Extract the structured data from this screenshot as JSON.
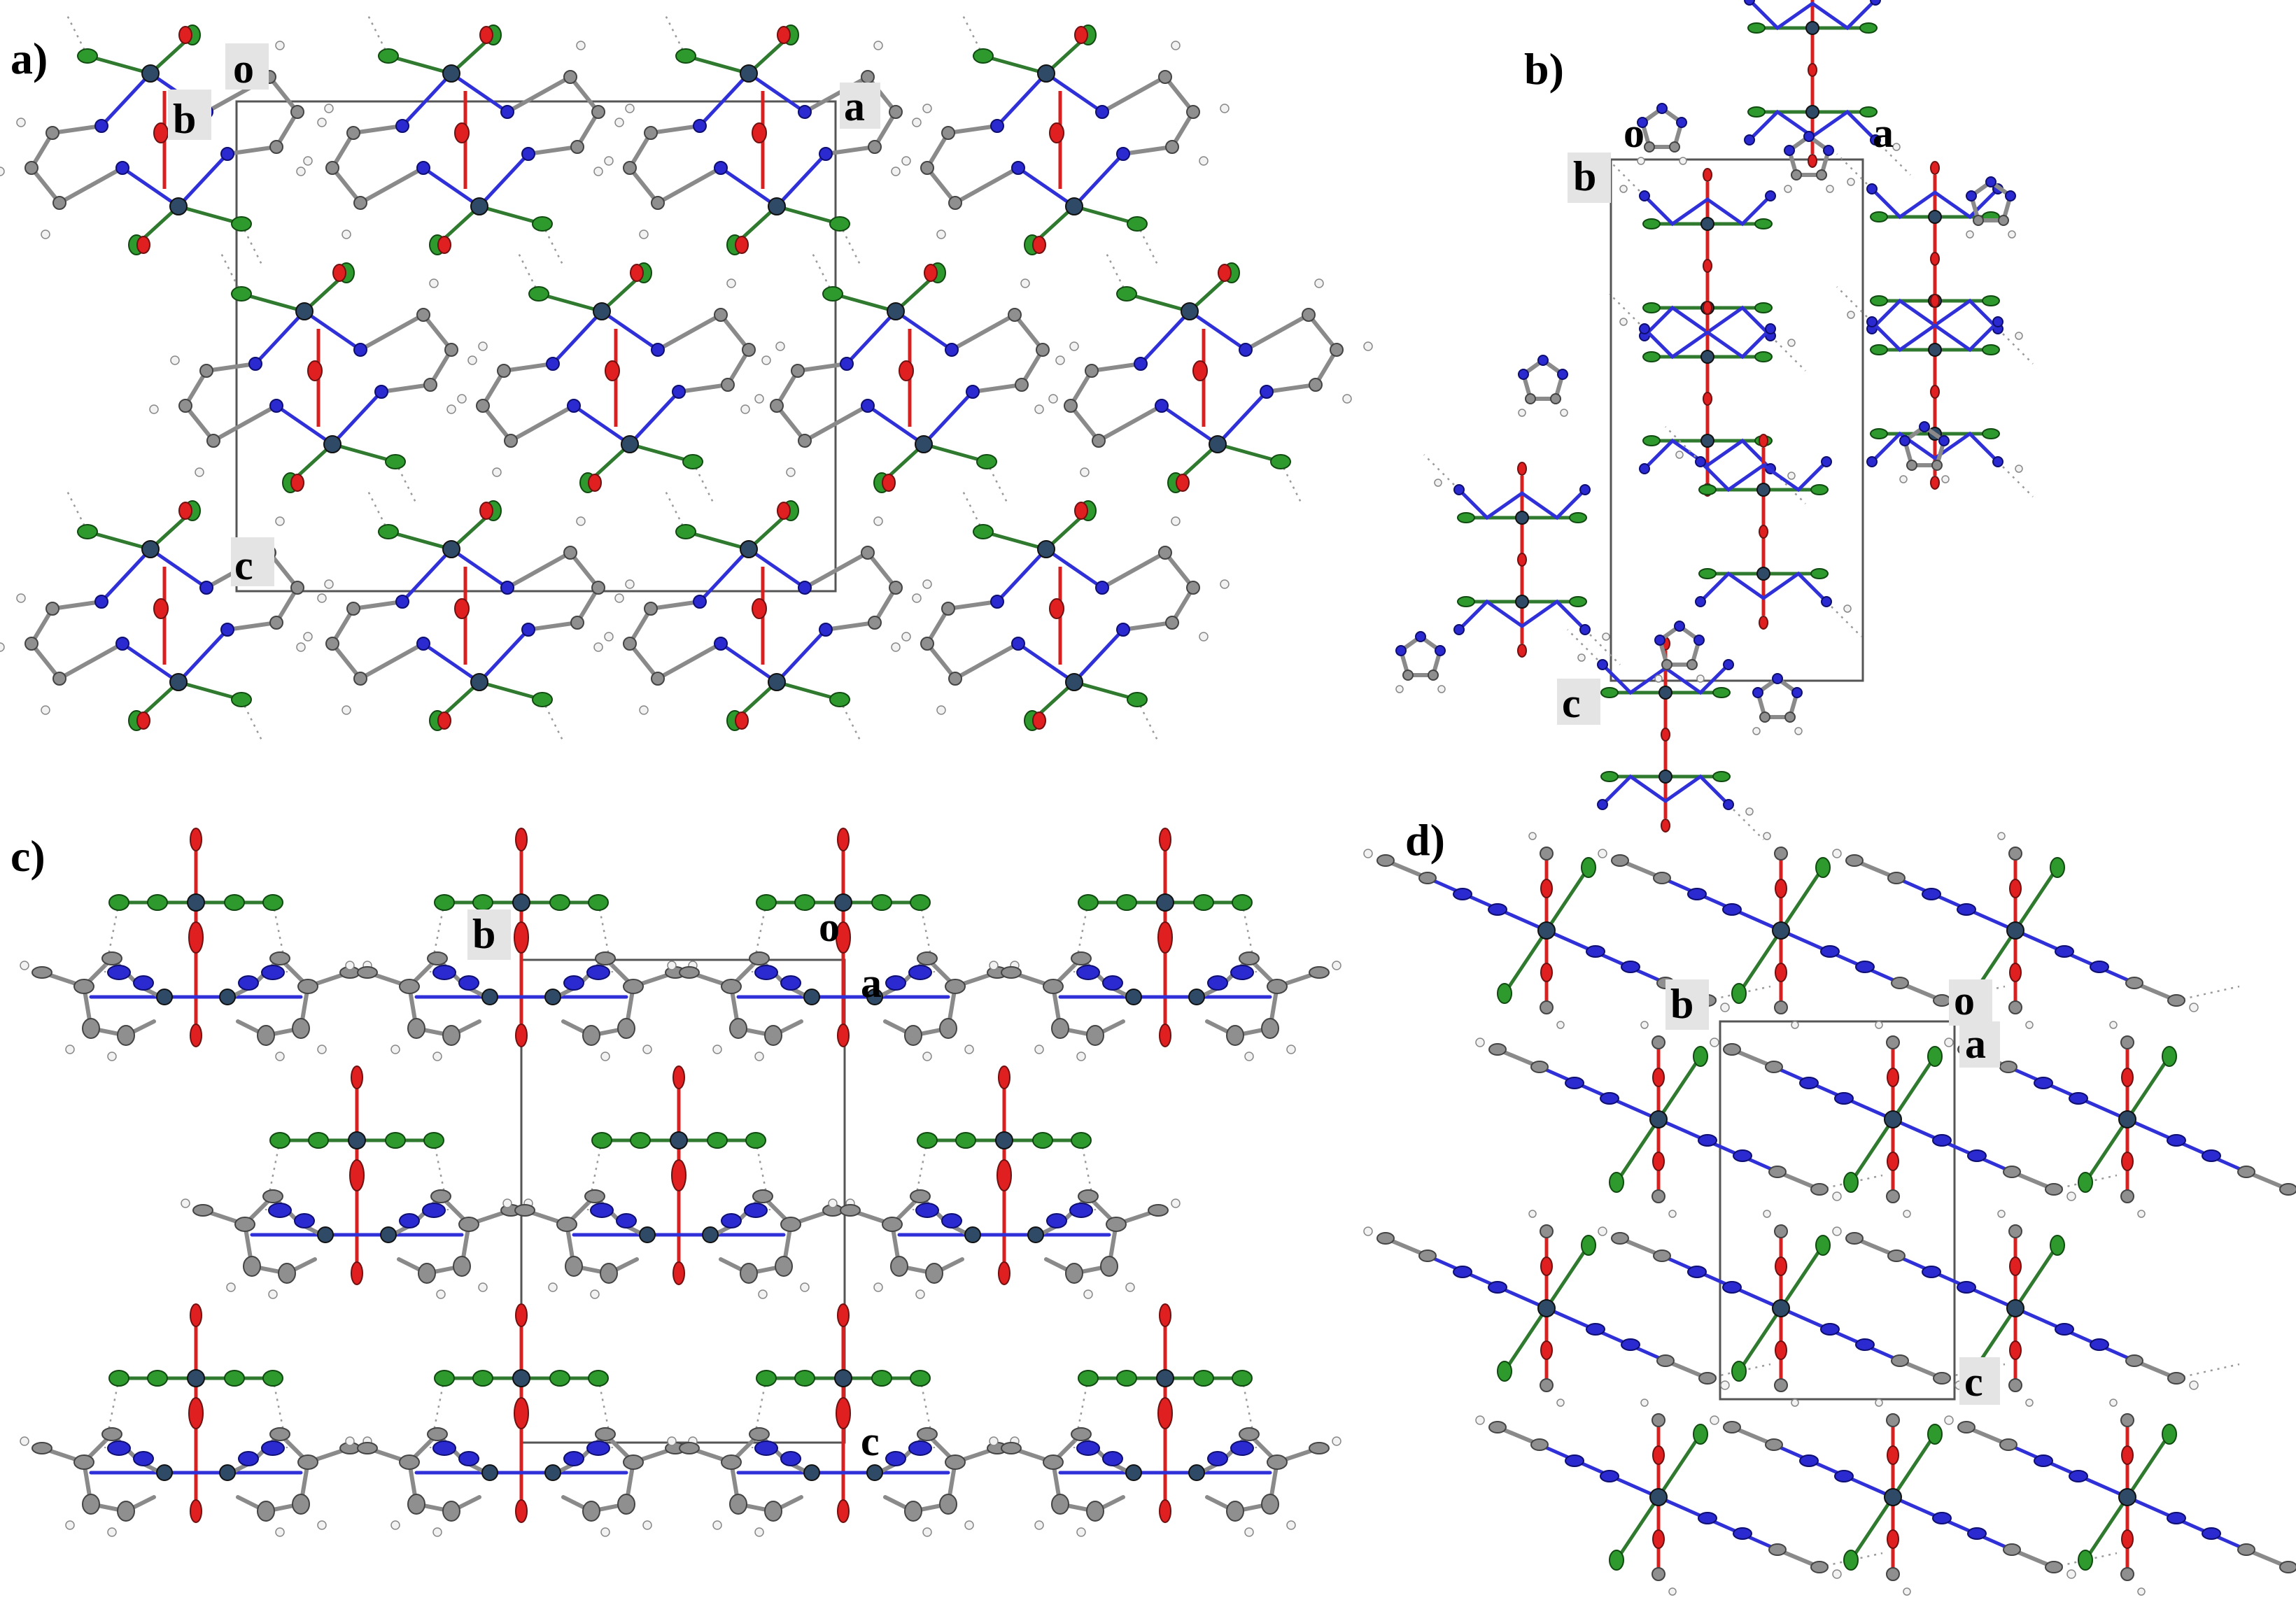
{
  "panels": [
    {
      "id": "a",
      "label": "a)",
      "axes": [
        "o",
        "b",
        "a",
        "c"
      ]
    },
    {
      "id": "b",
      "label": "b)",
      "axes": [
        "b",
        "o",
        "a",
        "c"
      ]
    },
    {
      "id": "c",
      "label": "c)",
      "axes": [
        "b",
        "o",
        "a",
        "c"
      ]
    },
    {
      "id": "d",
      "label": "d)",
      "axes": [
        "b",
        "o",
        "a",
        "c"
      ]
    }
  ],
  "colors": {
    "carbon": "#8f8f8f",
    "nitrogen": "#2a2ad0",
    "chlorine": "#2e9a2e",
    "oxygen": "#e02020",
    "metal": "#2f4a66",
    "hydrogen": "#f2f2f2",
    "hydrogen_bond": "#9a9a9a",
    "unit_cell": "#555555"
  },
  "icons": {
    "molecule": "dimer-molecule-icon"
  }
}
